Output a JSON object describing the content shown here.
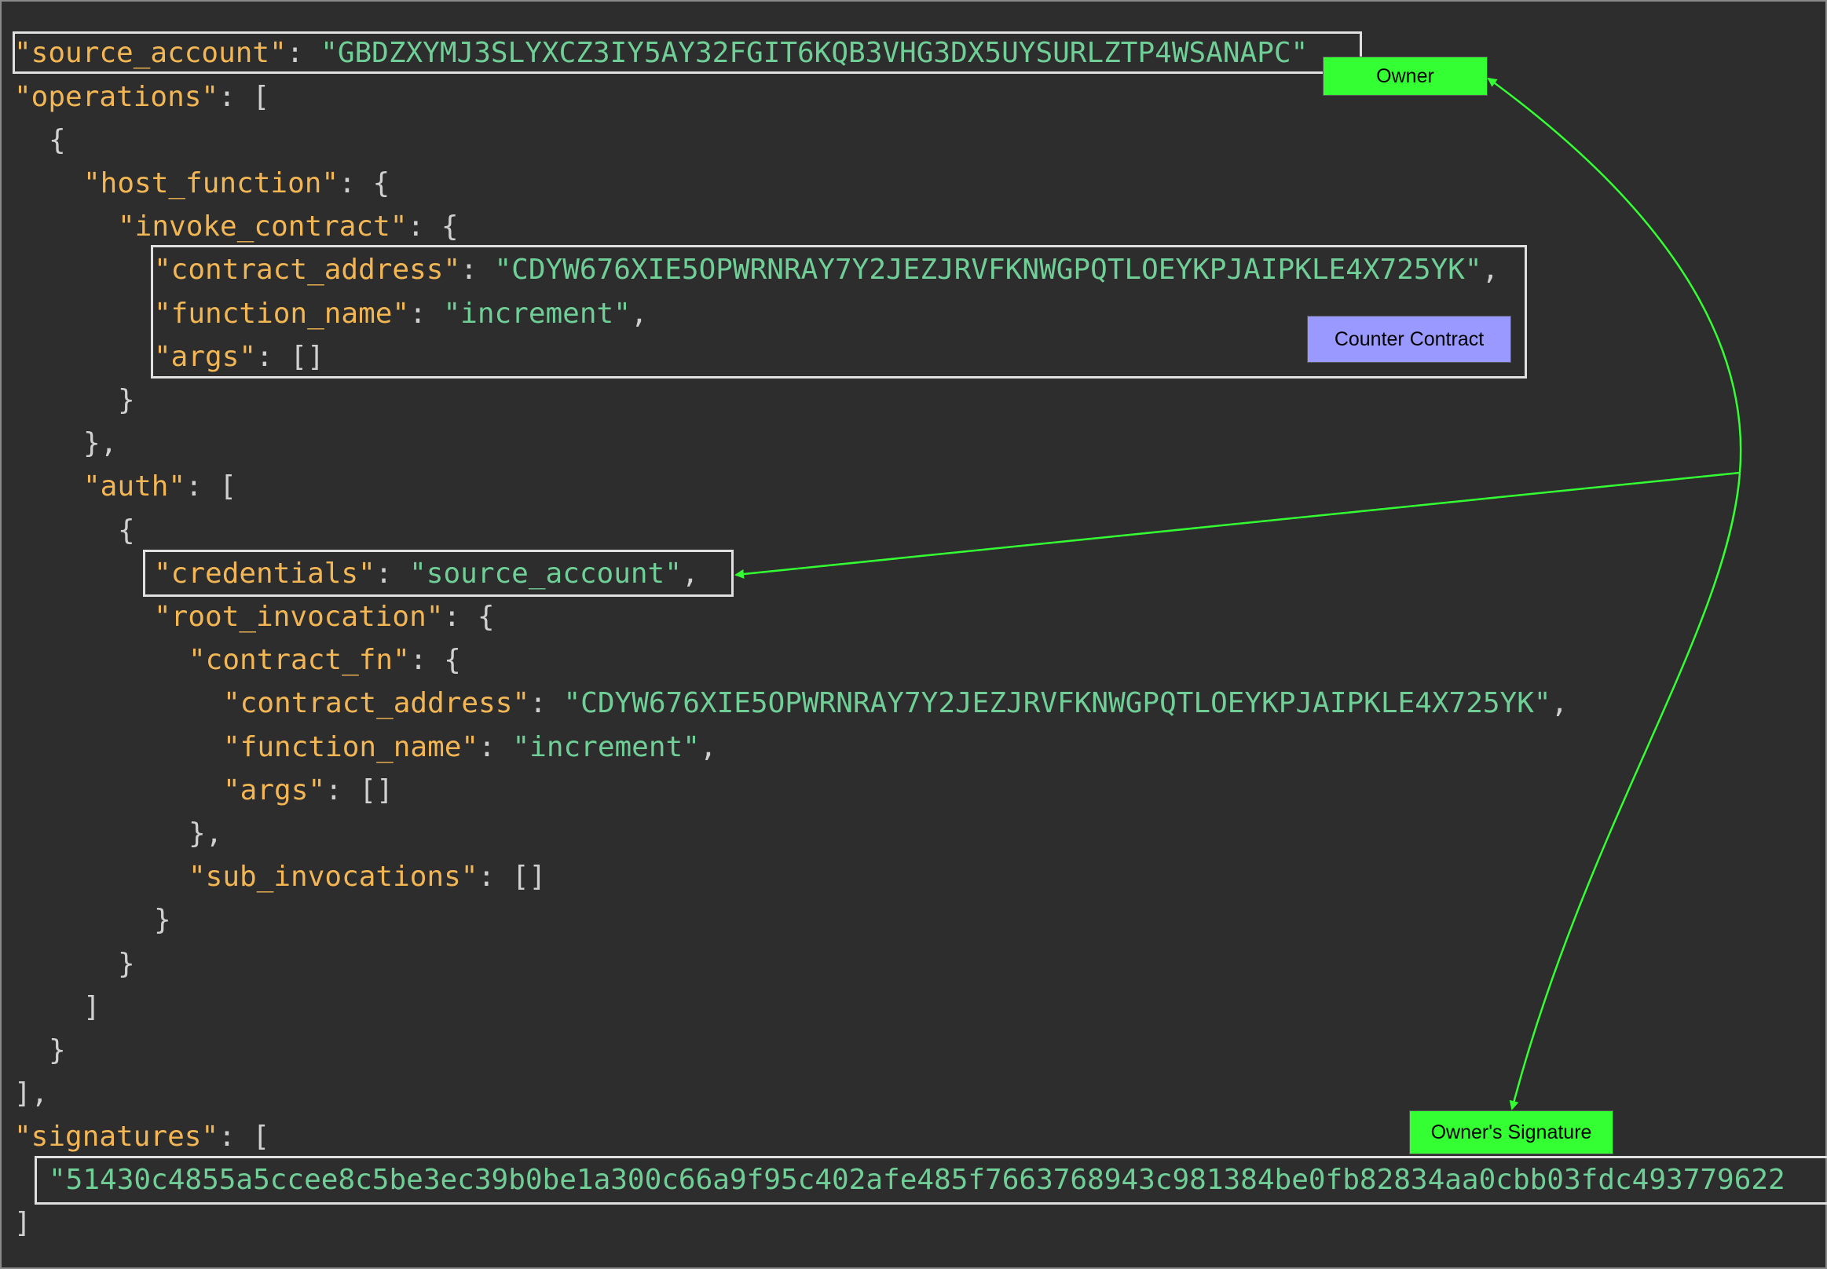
{
  "code": {
    "source_account_key": "\"source_account\"",
    "source_account_value": "\"GBDZXYMJ3SLYXCZ3IY5AY32FGIT6KQB3VHG3DX5UYSURLZTP4WSANAPC\"",
    "operations_key": "\"operations\"",
    "host_function_key": "\"host_function\"",
    "invoke_contract_key": "\"invoke_contract\"",
    "contract_address_key": "\"contract_address\"",
    "contract_address_value": "\"CDYW676XIE5OPWRNRAY7Y2JEZJRVFKNWGPQTLOEYKPJAIPKLE4X725YK\"",
    "function_name_key": "\"function_name\"",
    "function_name_value": "\"increment\"",
    "args_key": "\"args\"",
    "empty_array": "[]",
    "auth_key": "\"auth\"",
    "credentials_key": "\"credentials\"",
    "credentials_value": "\"source_account\"",
    "root_invocation_key": "\"root_invocation\"",
    "contract_fn_key": "\"contract_fn\"",
    "sub_invocations_key": "\"sub_invocations\"",
    "signatures_key": "\"signatures\"",
    "signature_value": "\"51430c4855a5ccee8c5be3ec39b0be1a300c66a9f95c402afe485f7663768943c981384be0fb82834aa0cbb03fdc493779622"
  },
  "annotations": {
    "owner_label": "Owner",
    "counter_contract_label": "Counter Contract",
    "owners_signature_label": "Owner's Signature"
  },
  "colors": {
    "background": "#2d2d2d",
    "key": "#f2b654",
    "string": "#6fcf97",
    "punctuation": "#d0d0d0",
    "highlight_box": "#e0e0e0",
    "green_label": "#33ff33",
    "blue_label": "#9999ff",
    "arrow": "#33ff33"
  }
}
